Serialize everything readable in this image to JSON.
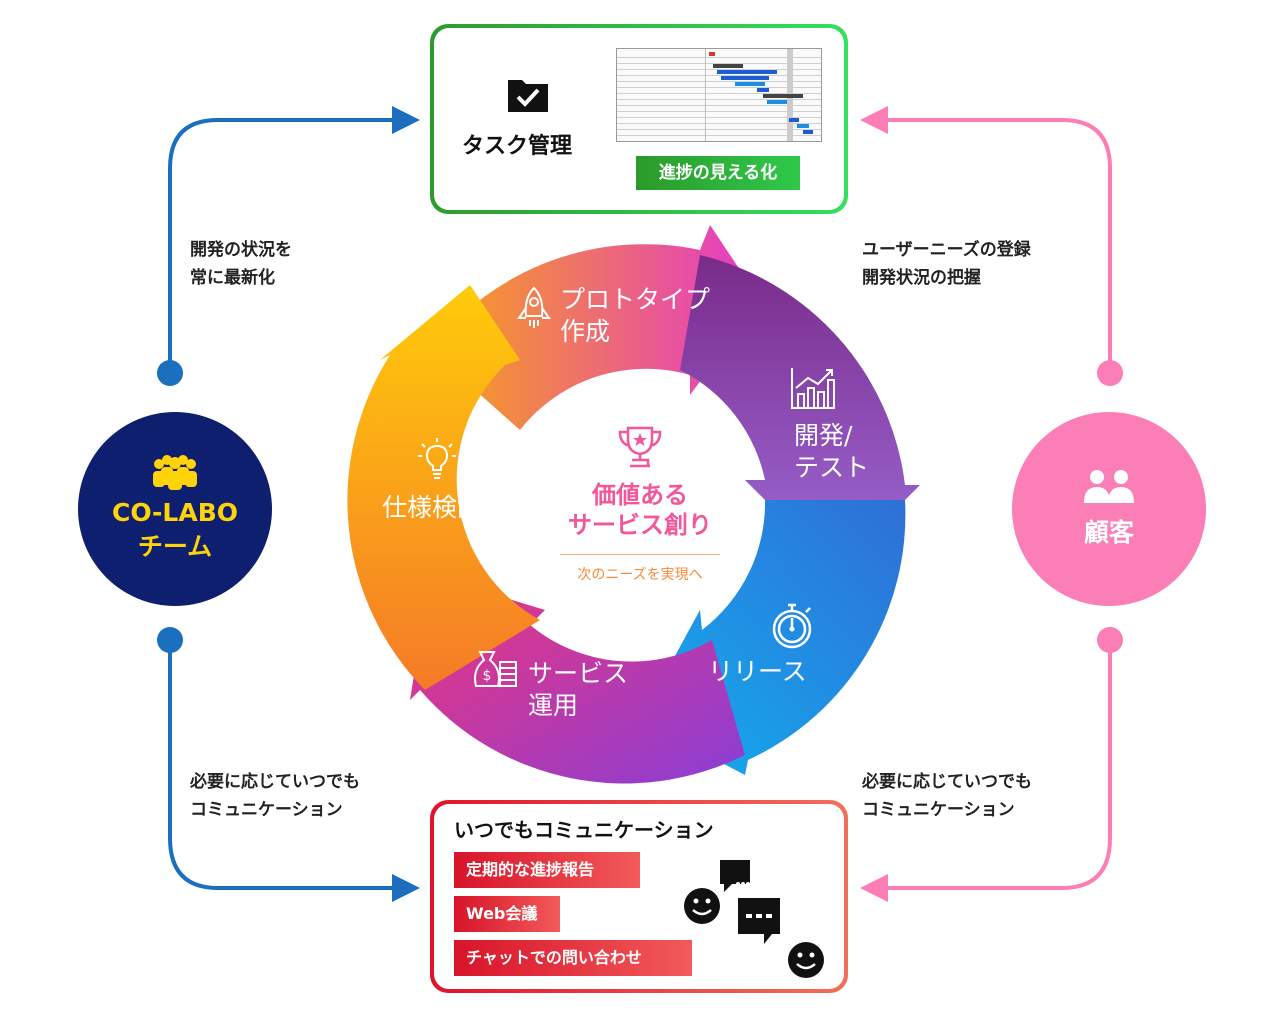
{
  "task_box": {
    "title": "タスク管理",
    "progress_label": "進捗の見える化",
    "icon": "folder-check-icon",
    "border_color": "#3aae2f"
  },
  "communication_box": {
    "title": "いつでもコミュニケーション",
    "tags": [
      "定期的な進捗報告",
      "Web会議",
      "チャットでの問い合わせ"
    ],
    "icon": "chat-faces-icon",
    "border_color": "#e8213a"
  },
  "team": {
    "name_line1": "CO-LABO",
    "name_line2": "チーム",
    "icon": "group-people-icon",
    "bg_color": "#0d1f6e",
    "text_color": "#ffd30a"
  },
  "customer": {
    "name": "顧客",
    "icon": "two-people-icon",
    "bg_color": "#fb7eb6"
  },
  "connectors": {
    "left_top": [
      "開発の状況を",
      "常に最新化"
    ],
    "right_top": [
      "ユーザーニーズの登録",
      "開発状況の把握"
    ],
    "left_bottom": [
      "必要に応じていつでも",
      "コミュニケーション"
    ],
    "right_bottom": [
      "必要に応じていつでも",
      "コミュニケーション"
    ],
    "left_color": "#1a6fbf",
    "right_color": "#fb7eb6"
  },
  "cycle": {
    "stages": [
      {
        "line1": "プロトタイプ",
        "line2": "作成",
        "icon": "rocket-icon"
      },
      {
        "line1": "開発/",
        "line2": "テスト",
        "icon": "bar-chart-icon"
      },
      {
        "line1": "リリース",
        "icon": "stopwatch-icon"
      },
      {
        "line1": "サービス",
        "line2": "運用",
        "icon": "money-bag-icon"
      },
      {
        "line1": "仕様検討",
        "icon": "lightbulb-icon"
      }
    ],
    "center": {
      "title_line1": "価値ある",
      "title_line2": "サービス創り",
      "subtitle": "次のニーズを実現へ",
      "icon": "trophy-icon"
    }
  }
}
